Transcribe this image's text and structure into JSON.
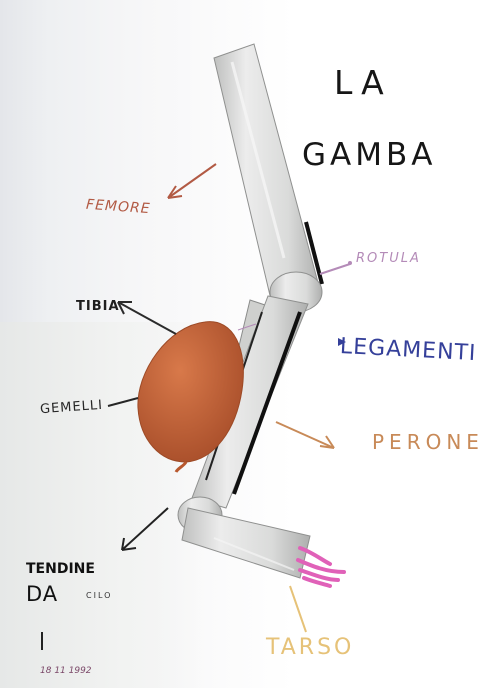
{
  "labels": {
    "title_la": "LA",
    "title_gamba": "GAMBA",
    "femore": "FEMORE",
    "rotula": "ROTULA",
    "tibia": "TIBIA",
    "legamenti": "LEGAMENTI",
    "gemelli": "GEMELLI",
    "perone": "PERONE",
    "tendine": "TENDINE",
    "da": "DA",
    "cilo": "CILO",
    "tarso": "TARSO",
    "date": "18 11 1992"
  },
  "colors": {
    "femore": "#b25a44",
    "rotula": "#b48bb8",
    "legamenti": "#35409a",
    "perone": "#c88a58",
    "tarso": "#e6c278",
    "muscle": "#c8653a",
    "bone": "#dcdddd"
  }
}
